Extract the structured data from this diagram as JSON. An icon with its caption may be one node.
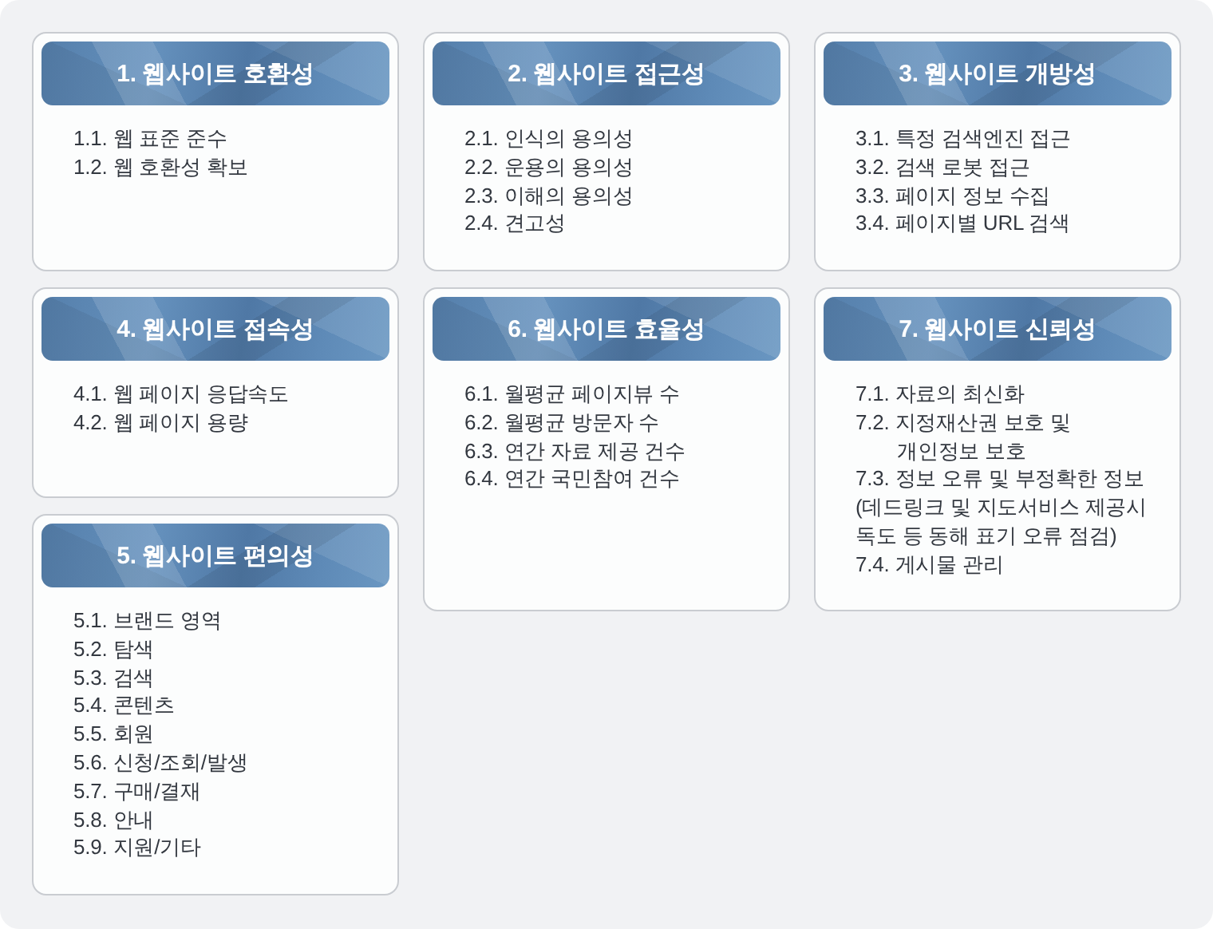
{
  "diagram": {
    "nodes": [
      {
        "text": [
          "1. 웹사이트 호환성",
          "1.1. 웹 표준 준수",
          "1.2. 웹 호환성 확보"
        ]
      },
      {
        "text": [
          "2. 웹사이트 접근성",
          "2.1. 인식의 용의성",
          "2.2. 운용의 용의성",
          "2.3. 이해의 용의성",
          "2.4. 견고성"
        ]
      },
      {
        "text": [
          "3. 웹사이트 개방성",
          "3.1. 특정 검색엔진 접근",
          "3.2. 검색 로봇 접근",
          "3.3. 페이지 정보 수집",
          "3.4. 페이지별 URL 검색"
        ]
      },
      {
        "text": [
          "4. 웹사이트 접속성",
          "4.1. 웹 페이지 응답속도",
          "4.2. 웹 페이지 용량"
        ]
      },
      {
        "text": [
          "6. 웹사이트 효율성",
          "6.1. 월평균 페이지뷰 수",
          "6.2. 월평균 방문자 수",
          "6.3. 연간 자료 제공 건수",
          "6.4. 연간 국민참여 건수"
        ]
      },
      {
        "text": [
          "7. 웹사이트 신뢰성",
          "7.1. 자료의 최신화",
          "7.2. 지정재산권 보호 및 개인정보 보호",
          "7.3. 정보 오류 및 부정확한 정보 (데드링크 및 지도서비스 제공시 독도 등 동해 표기 오류 점검)",
          "7.4. 게시물 관리"
        ]
      },
      {
        "text": [
          "5. 웹사이트 편의성",
          "5.1. 브랜드 영역",
          "5.2. 탐색",
          "5.3. 검색",
          "5.4. 콘텐츠",
          "5.5. 회원",
          "5.6. 신청/조회/발생",
          "5.7. 구매/결재",
          "5.8. 안내",
          "5.9. 지원/기타"
        ]
      }
    ]
  }
}
